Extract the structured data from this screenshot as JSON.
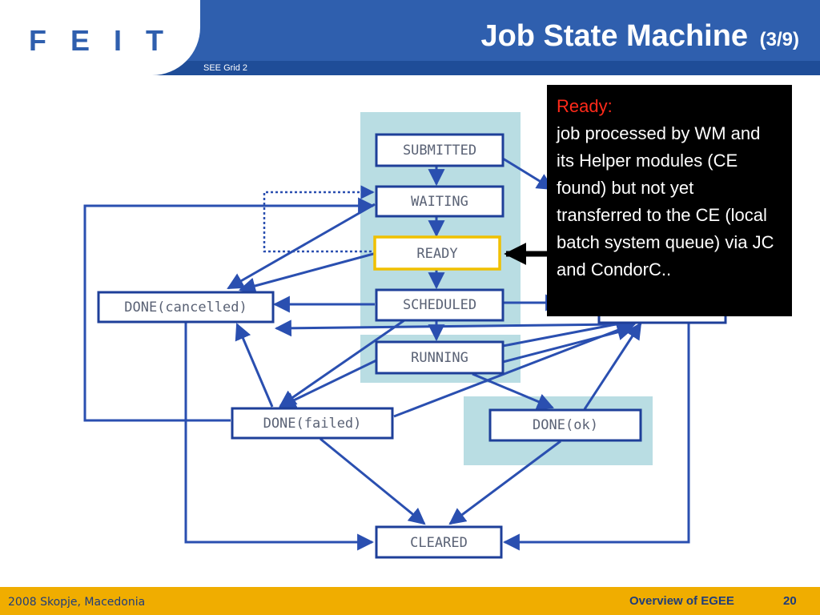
{
  "header": {
    "logo": "F E I T",
    "title": "Job State Machine",
    "title_page": "(3/9)",
    "subtitle": "SEE Grid 2"
  },
  "diagram": {
    "states": {
      "submitted": "SUBMITTED",
      "waiting": "WAITING",
      "ready": "READY",
      "scheduled": "SCHEDULED",
      "running": "RUNNING",
      "done_cancelled": "DONE(cancelled)",
      "done_failed": "DONE(failed)",
      "done_ok": "DONE(ok)",
      "cleared": "CLEARED"
    },
    "highlighted_state": "READY",
    "colors": {
      "arrow": "#2a4fb0",
      "panel": "#b9dde3",
      "highlight": "#f0c000"
    }
  },
  "callout": {
    "title": "Ready:",
    "body": "job processed by WM and its Helper modules (CE found) but not yet transferred to the CE (local batch system queue) via JC and CondorC.."
  },
  "footer": {
    "left": "2008 Skopje, Macedonia",
    "center": "Overview of EGEE",
    "page": "20"
  }
}
